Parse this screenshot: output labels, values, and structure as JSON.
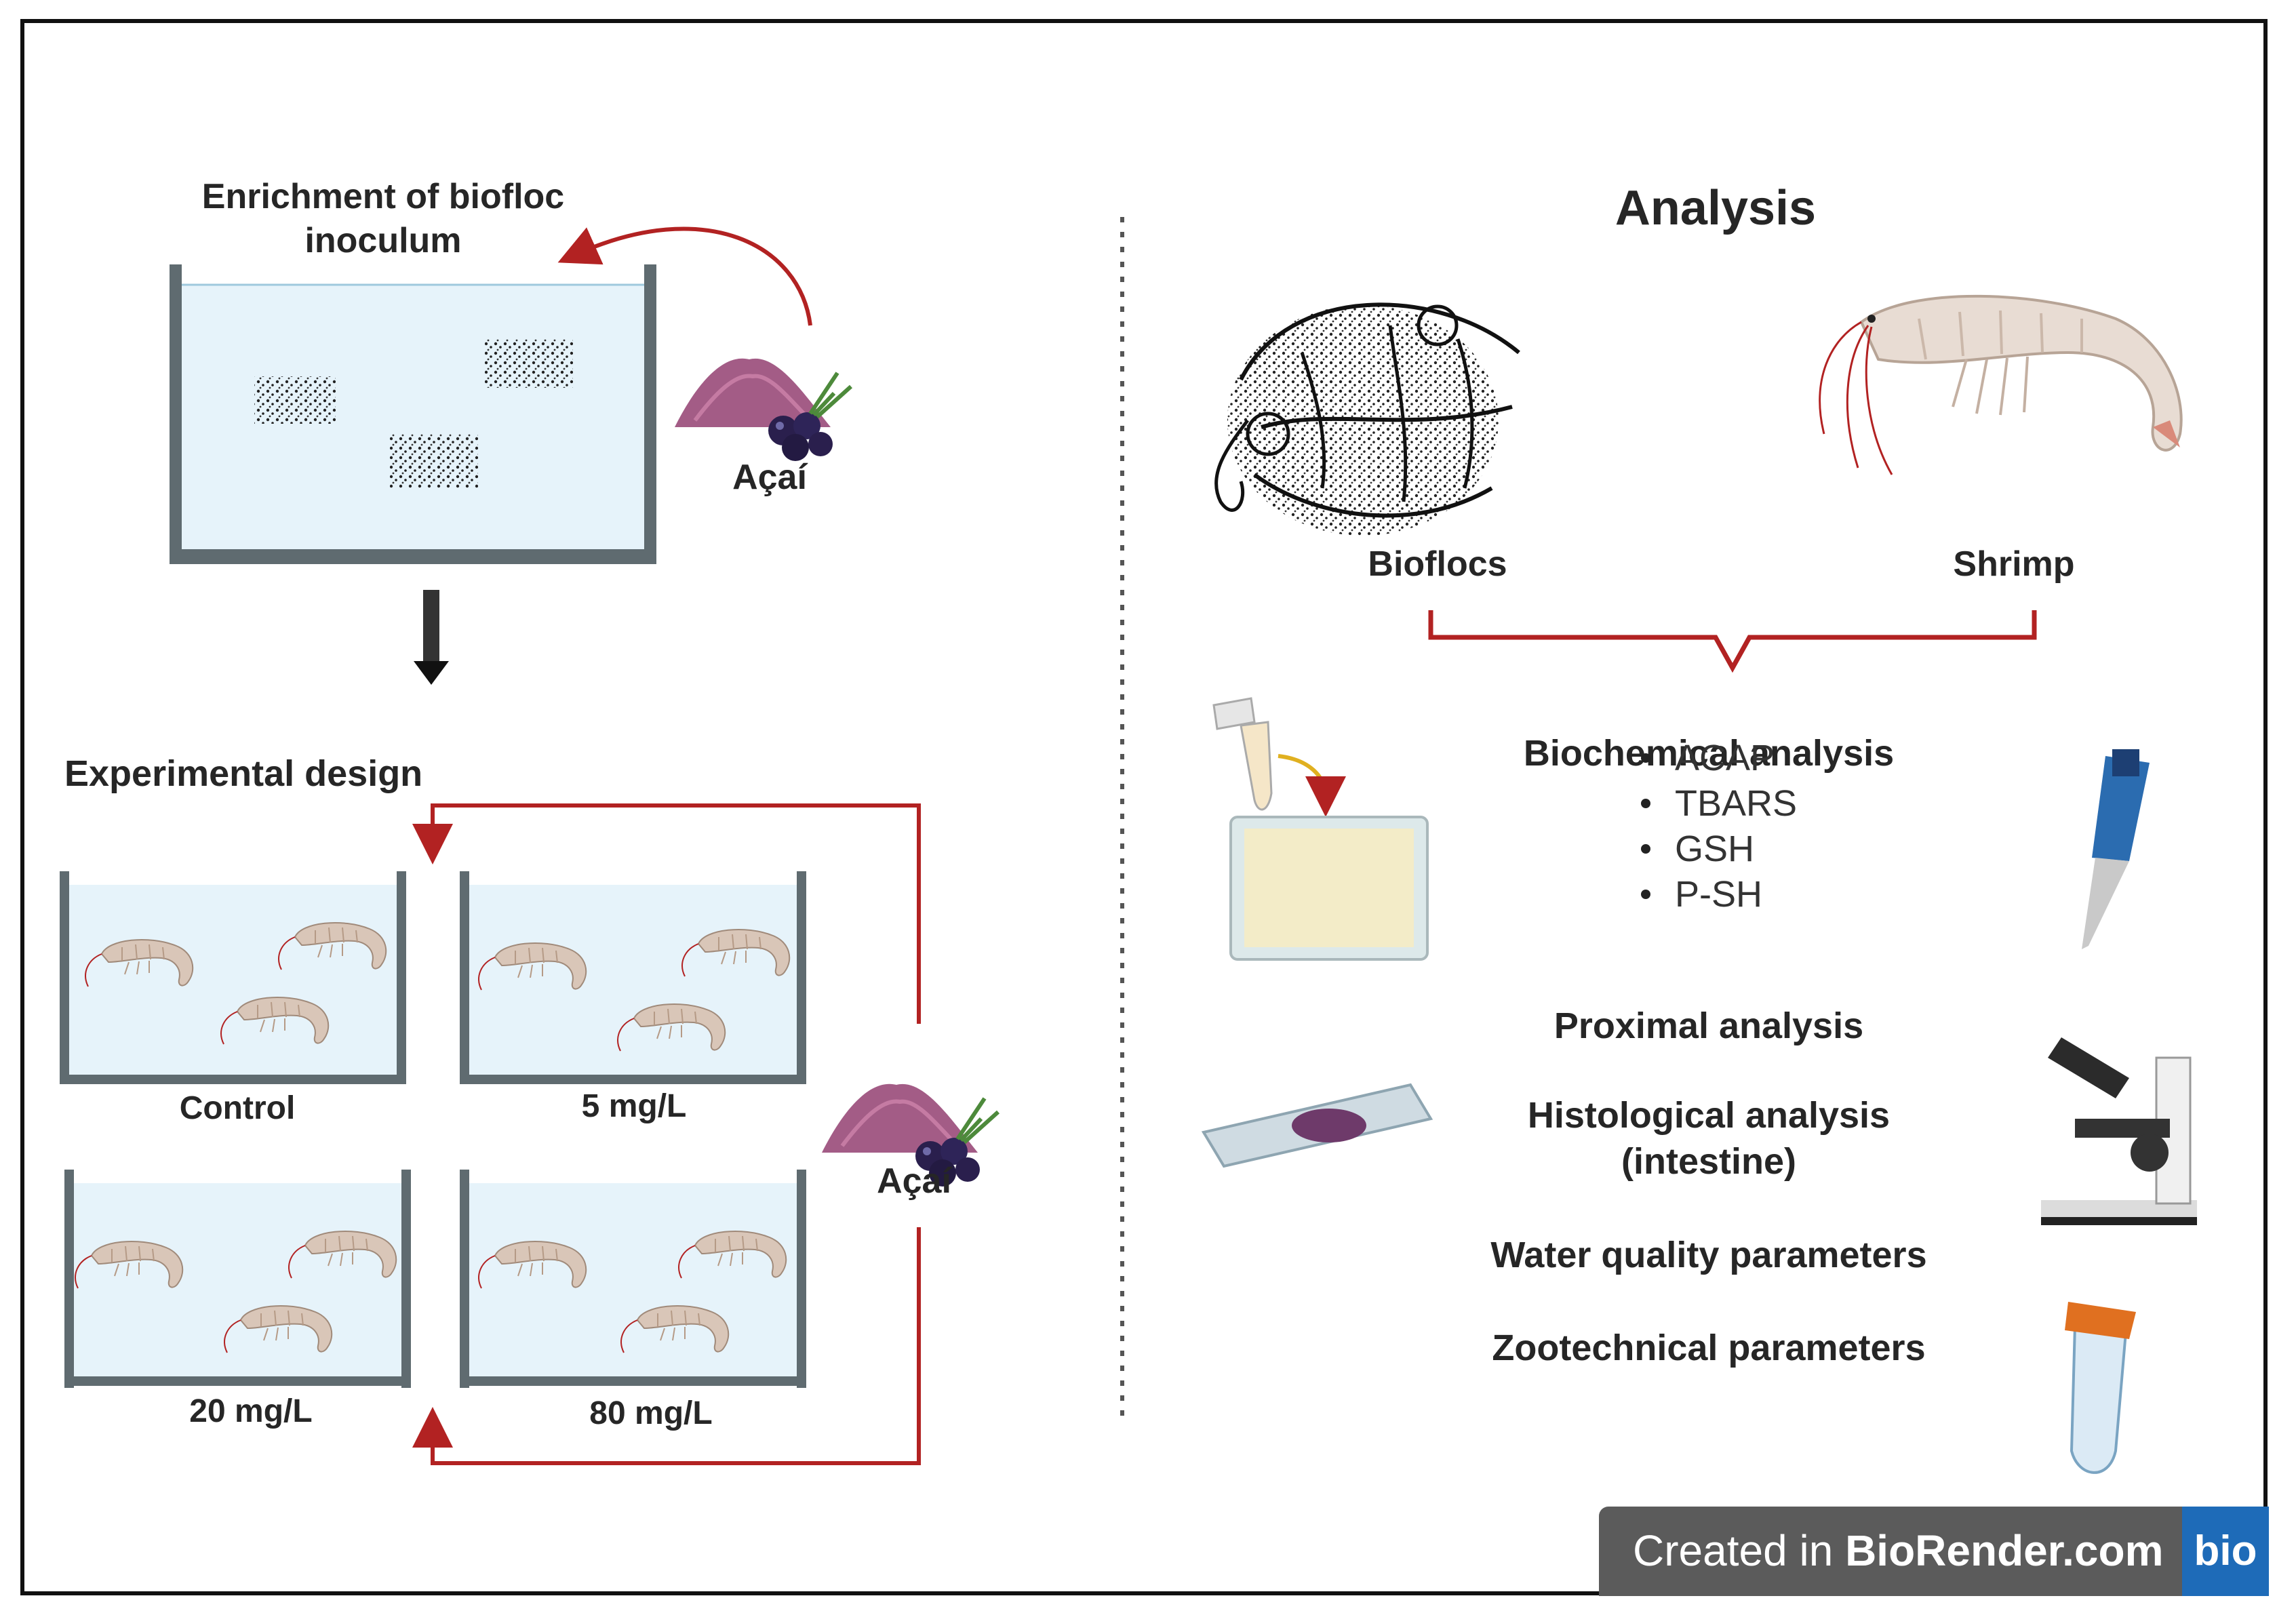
{
  "left": {
    "enrichment_title": "Enrichment of biofloc\ninoculum",
    "acai_top": "Açaí",
    "experimental_design": "Experimental design",
    "acai_bottom": "Açaí",
    "tanks": [
      "Control",
      "5 mg/L",
      "20 mg/L",
      "80 mg/L"
    ]
  },
  "right": {
    "analysis_title": "Analysis",
    "bioflocs": "Bioflocs",
    "shrimp": "Shrimp",
    "biochemical": "Biochemical analysis",
    "biochemical_items": [
      "ACAP",
      "TBARS",
      "GSH",
      "P-SH"
    ],
    "proximal": "Proximal analysis",
    "histological": "Histological analysis\n(intestine)",
    "water_quality": "Water quality parameters",
    "zootechnical": "Zootechnical parameters"
  },
  "badge": {
    "prefix": "Created in ",
    "brand": "BioRender.com",
    "logo": "bio"
  },
  "colors": {
    "arrow_red": "#b22222",
    "water": "#e6f3fa",
    "tank_wall": "#5f6b70",
    "acai_purple": "#9b4f7e",
    "badge_bg": "#5b5b5b",
    "badge_logo": "#1e6bb8"
  },
  "icons": [
    "acai-powder-icon",
    "biofloc-icon",
    "shrimp-icon",
    "tube-icon",
    "microplate-icon",
    "pipette-icon",
    "slide-icon",
    "microscope-icon",
    "falcon-tube-icon"
  ]
}
